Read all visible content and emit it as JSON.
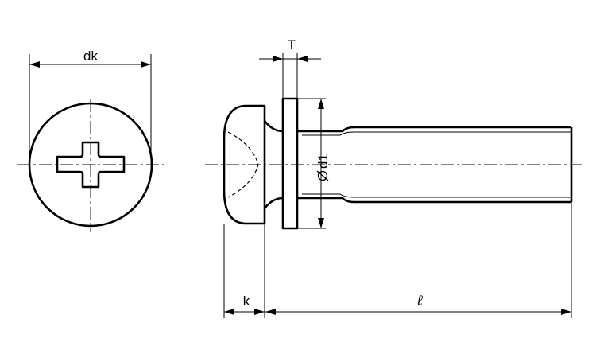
{
  "labels": {
    "head_diameter": "dk",
    "washer_thickness": "T",
    "washer_diameter": "d1",
    "head_height": "k",
    "screw_length": "ℓ"
  },
  "icons": {
    "phi": "diameter-symbol"
  },
  "colors": {
    "line": "#000000",
    "background": "#ffffff"
  }
}
